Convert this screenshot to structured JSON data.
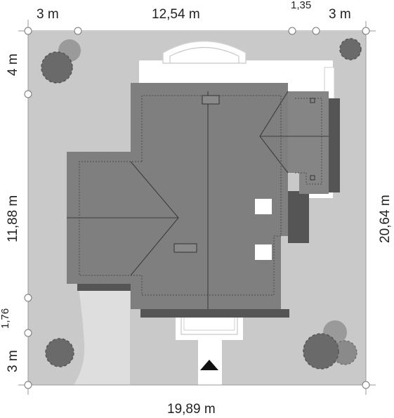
{
  "dimensions": {
    "top": [
      "3 m",
      "12,54 m",
      "1,35",
      "3 m"
    ],
    "left": [
      "4 m",
      "11,88 m",
      "1,76",
      "3 m"
    ],
    "right": "20,64 m",
    "bottom": "19,89 m"
  },
  "colors": {
    "plot": "#c9c9c9",
    "terrace": "#ffffff",
    "roof": "#7f7f7f",
    "roof_shadow": "#555555",
    "ridge_line": "#3c3c3c",
    "tree": "#6a6a6a",
    "tree_light": "#9a9a9a",
    "entrance_arrow": "#111111"
  },
  "icons": {
    "entrance": "entrance-arrow-icon",
    "tree": "tree-icon",
    "skylight": "skylight-icon",
    "chimney": "chimney-icon"
  }
}
